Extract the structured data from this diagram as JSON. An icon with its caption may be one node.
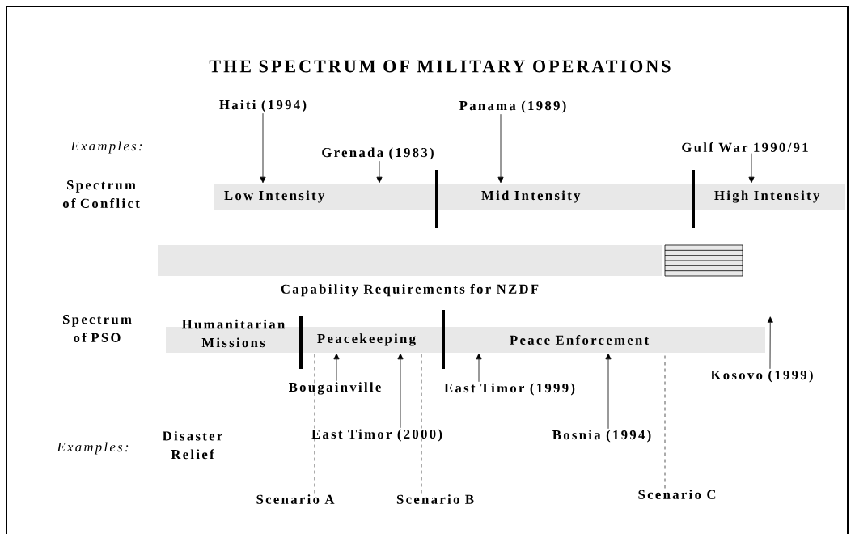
{
  "diagram": {
    "title": "THE SPECTRUM OF MILITARY OPERATIONS",
    "nodes": [
      {
        "text": [
          "Haiti (1994)"
        ]
      },
      {
        "text": [
          "Panama (1989)"
        ]
      },
      {
        "text": [
          "Grenada (1983)"
        ]
      },
      {
        "text": [
          "Gulf War 1990/91"
        ]
      },
      {
        "text": [
          "Low Intensity"
        ]
      },
      {
        "text": [
          "Mid Intensity"
        ]
      },
      {
        "text": [
          "High Intensity"
        ]
      },
      {
        "text": [
          "Capability Requirements for NZDF"
        ]
      },
      {
        "text": [],
        "shape": "box"
      },
      {
        "text": [
          "Humanitarian Missions"
        ]
      },
      {
        "text": [
          "Peacekeeping"
        ]
      },
      {
        "text": [
          "Peace Enforcement"
        ]
      },
      {
        "text": [
          "Kosovo (1999)"
        ]
      },
      {
        "text": [
          "Bougainville"
        ]
      },
      {
        "text": [
          "East Timor (1999)"
        ]
      },
      {
        "text": [
          "East Timor (2000)"
        ]
      },
      {
        "text": [
          "Bosnia (1994)"
        ]
      },
      {
        "text": [
          "Scenario A"
        ]
      },
      {
        "text": [
          "Scenario B"
        ]
      },
      {
        "text": [
          "Scenario C"
        ]
      }
    ],
    "edges": [
      {
        "from": 0,
        "to": 4,
        "arrow": "to"
      },
      {
        "from": 2,
        "to": 4,
        "arrow": "to"
      },
      {
        "from": 1,
        "to": 5,
        "arrow": "to"
      },
      {
        "from": 3,
        "to": 6,
        "arrow": "to"
      },
      {
        "from": 13,
        "to": 10,
        "arrow": "to"
      },
      {
        "from": 15,
        "to": 10,
        "arrow": "to"
      },
      {
        "from": 14,
        "to": 11,
        "arrow": "to"
      },
      {
        "from": 16,
        "to": 11,
        "arrow": "to"
      },
      {
        "from": 12,
        "to": 11,
        "arrow": "to"
      },
      {
        "from": 17,
        "to": 10,
        "arrow": "none",
        "style": "dashed"
      },
      {
        "from": 18,
        "to": 10,
        "arrow": "none",
        "style": "dashed"
      },
      {
        "from": 19,
        "to": 11,
        "arrow": "none",
        "style": "dashed"
      }
    ],
    "labels": [
      "Examples:",
      "Spectrum of Conflict",
      "Spectrum of PSO",
      "Examples:",
      "Disaster Relief"
    ]
  }
}
